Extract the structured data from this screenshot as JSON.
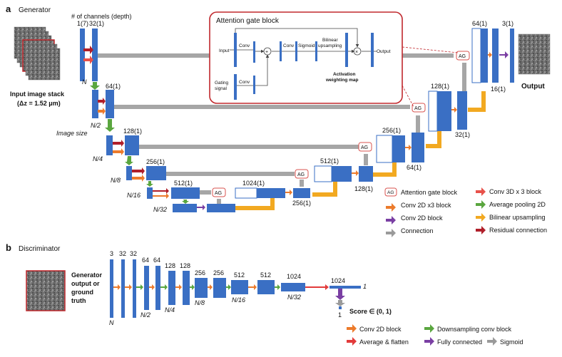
{
  "panel_a": {
    "letter": "a",
    "title": "Generator",
    "depth_label": "# of channels (depth)",
    "input_label_1": "Input image stack",
    "input_label_2": "(Δz = 1.52 μm)",
    "output_label": "Output",
    "sizes": {
      "n": "N",
      "n2": "N/2",
      "image_size": "Image size",
      "n4": "N/4",
      "n8": "N/8",
      "n16": "N/16",
      "n32": "N/32"
    },
    "channels": {
      "in": "1(7)",
      "c32": "32(1)",
      "c64": "64(1)",
      "c128": "128(1)",
      "c256": "256(1)",
      "c512": "512(1)",
      "c1024": "1024(1)",
      "d256": "256(1)",
      "d128": "128(1)",
      "d512": "512(1)",
      "d256b": "256(1)",
      "d64": "64(1)",
      "d128b": "128(1)",
      "d32": "32(1)",
      "d64top": "64(1)",
      "d3": "3(1)",
      "d16": "16(1)"
    },
    "ag": "AG"
  },
  "attention": {
    "title": "Attention gate block",
    "input": "Input",
    "gating_1": "Gating",
    "gating_2": "signal",
    "conv": "Conv",
    "plus": "+",
    "times": "×",
    "sigmoid": "Sigmoid",
    "bilinear_1": "Bilinear",
    "bilinear_2": "upsampling",
    "output": "Output",
    "activation_1": "Activation",
    "activation_2": "weighting map"
  },
  "legend_a": [
    {
      "kind": "ag",
      "label": "Attention gate block",
      "color": "#d9534f"
    },
    {
      "kind": "arrow",
      "label": "Conv 3D x 3 block",
      "color": "#e8514a"
    },
    {
      "kind": "arrow",
      "label": "Conv 2D x3 block",
      "color": "#ec7b2c"
    },
    {
      "kind": "arrow",
      "label": "Average pooling 2D",
      "color": "#5aa63f"
    },
    {
      "kind": "arrow",
      "label": "Conv 2D block",
      "color": "#7a3fa3"
    },
    {
      "kind": "arrow",
      "label": "Bilinear upsampling",
      "color": "#f2a921"
    },
    {
      "kind": "arrow",
      "label": "Connection",
      "color": "#9a9a9a"
    },
    {
      "kind": "arrow",
      "label": "Residual connection",
      "color": "#b01f2a"
    }
  ],
  "panel_b": {
    "letter": "b",
    "title": "Discriminator",
    "input_1": "Generator",
    "input_2": "output or",
    "input_3": "ground",
    "input_4": "truth",
    "channels": [
      "3",
      "32",
      "32",
      "64",
      "64",
      "128",
      "128",
      "256",
      "256",
      "512",
      "512",
      "1024",
      "1024"
    ],
    "sizes": {
      "n": "N",
      "n2": "N/2",
      "n4": "N/4",
      "n8": "N/8",
      "n16": "N/16",
      "n32": "N/32"
    },
    "one_a": "1",
    "one_b": "1",
    "score": "Score ∈ (0, 1)"
  },
  "legend_b": [
    {
      "label": "Conv 2D block",
      "color": "#ec7b2c"
    },
    {
      "label": "Downsampling conv block",
      "color": "#5aa63f"
    },
    {
      "label": "Average & flatten",
      "color": "#e23b3b"
    },
    {
      "label": "Fully connected",
      "color": "#7a3fa3"
    },
    {
      "label": "Sigmoid",
      "color": "#9a9a9a"
    }
  ],
  "colors": {
    "block": "#3a6fc4",
    "block_dark": "#2c5aa0",
    "connection": "#a6a6a6",
    "upsample": "#f2a921",
    "attention_border": "#c0282d"
  }
}
